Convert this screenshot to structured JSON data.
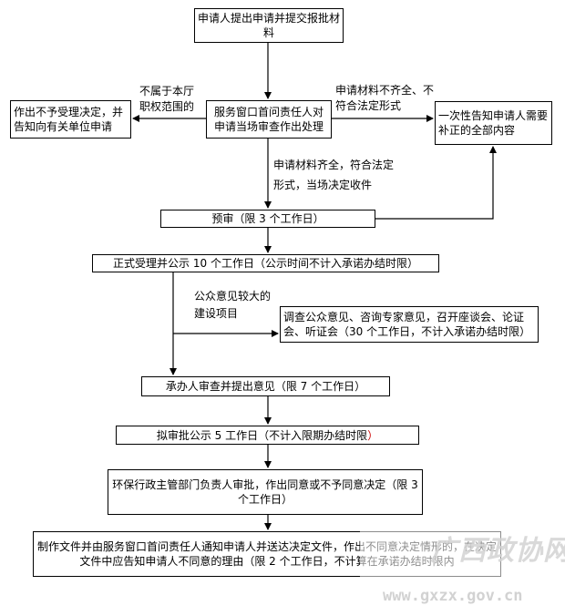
{
  "flow": {
    "n1_submit": "申请人提出申请并提交报批材料",
    "n2_window_check": "服务窗口首问责任人对申请当场审查作出处理",
    "n3_reject_text": "作出不予受理决定，并告知向有关单位申请",
    "n4_inform_text": "一次性告知申请人需要补正的全部内容",
    "n5_pretrial": "预审（限 3 个工作日）",
    "n6_accept_public": "正式受理并公示 10 个工作日（公示时间不计入承诺办结时限）",
    "n7_survey": "调查公众意见、咨询专家意见，召开座谈会、论证会、听证会（30 个工作日，不计入承诺办结时限）",
    "n8_review": "承办人审查并提出意见（限 7 个工作日）",
    "n9_publicity_main": "拟审批公示 5 工作日（不计入限期办结时限",
    "n9_publicity_paren": "）",
    "n10_approve": "环保行政主管部门负责人审批，作出同意或不予同意决定（限 3 个工作日）",
    "n11_deliver": "制作文件并由服务窗口首问责任人通知申请人并送达决定文件，作出不同意决定情形的，在决定文件中应告知申请人不同意的理由（限 2 个工作日，不计算在承诺办结时限内"
  },
  "edge_labels": {
    "not_in_scope": "不属于本厅职权范围的",
    "incomplete": "申请材料不齐全、不符合法定形式",
    "complete": "申请材料齐全，符合法定形式，当场决定收件",
    "major_project": "公众意见较大的建设项目"
  },
  "watermark": {
    "site_name": "广西政协网",
    "url": "www.gxzx.gov.cn"
  },
  "colors": {
    "line": "#000000",
    "accent_red": "#cc0000",
    "watermark": "#d2d2d2"
  }
}
